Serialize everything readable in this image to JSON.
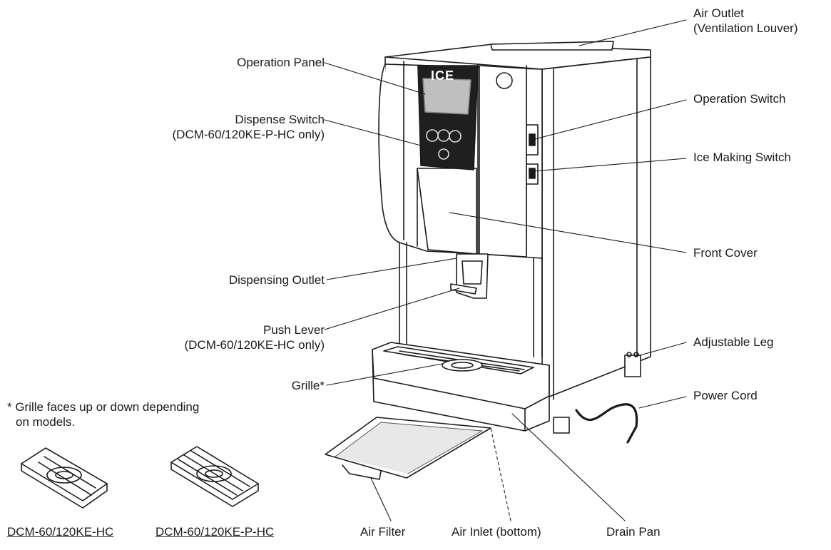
{
  "labels": {
    "air_outlet": "Air Outlet",
    "air_outlet_sub": "(Ventilation Louver)",
    "operation_panel": "Operation Panel",
    "operation_switch": "Operation Switch",
    "dispense_switch": "Dispense Switch",
    "dispense_switch_sub": "(DCM-60/120KE-P-HC only)",
    "ice_making_switch": "Ice Making Switch",
    "front_cover": "Front Cover",
    "dispensing_outlet": "Dispensing Outlet",
    "push_lever": "Push Lever",
    "push_lever_sub": "(DCM-60/120KE-HC only)",
    "adjustable_leg": "Adjustable Leg",
    "grille": "Grille*",
    "power_cord": "Power Cord",
    "air_filter": "Air Filter",
    "air_inlet": "Air Inlet (bottom)",
    "drain_pan": "Drain Pan"
  },
  "note": {
    "line1": "* Grille faces up or down depending",
    "line2": "on models."
  },
  "models": {
    "model_a": "DCM-60/120KE-HC",
    "model_b": "DCM-60/120KE-P-HC"
  },
  "panel": {
    "brand_text": "ICE"
  },
  "colors": {
    "line": "#1a1a1a",
    "screen": "#2a2a2a",
    "body_fill": "#ffffff"
  }
}
